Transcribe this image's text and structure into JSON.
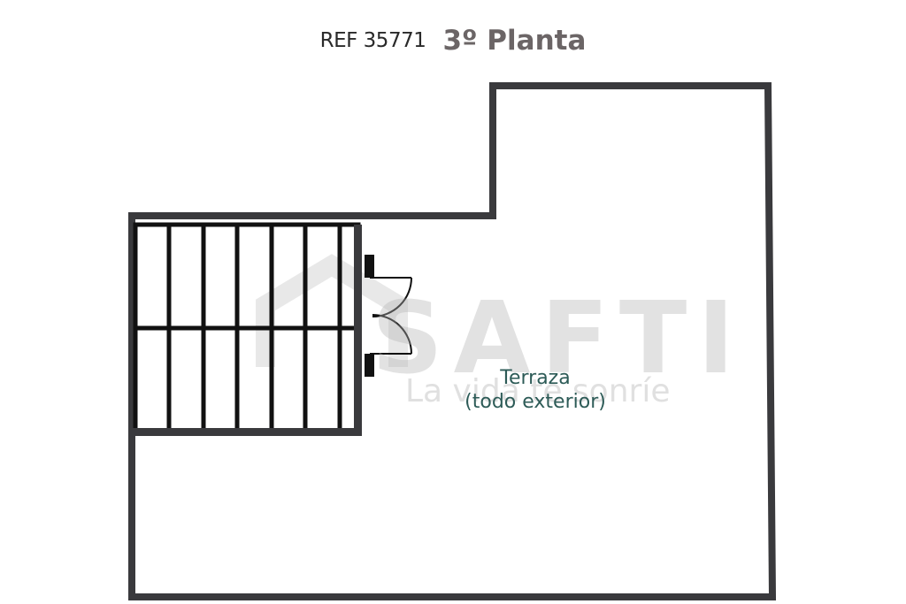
{
  "header": {
    "ref_label": "REF 35771",
    "floor_label": "3º Planta"
  },
  "rooms": [
    {
      "name": "Terraza",
      "note": "(todo exterior)"
    }
  ],
  "watermark": {
    "brand": "SAFTI",
    "slogan": "La vida te sonríe"
  },
  "colors": {
    "wall": "#3a3a3d",
    "title_dark": "#2a2a2a",
    "title_grey": "#6b6566",
    "room_label": "#2d5b57"
  }
}
